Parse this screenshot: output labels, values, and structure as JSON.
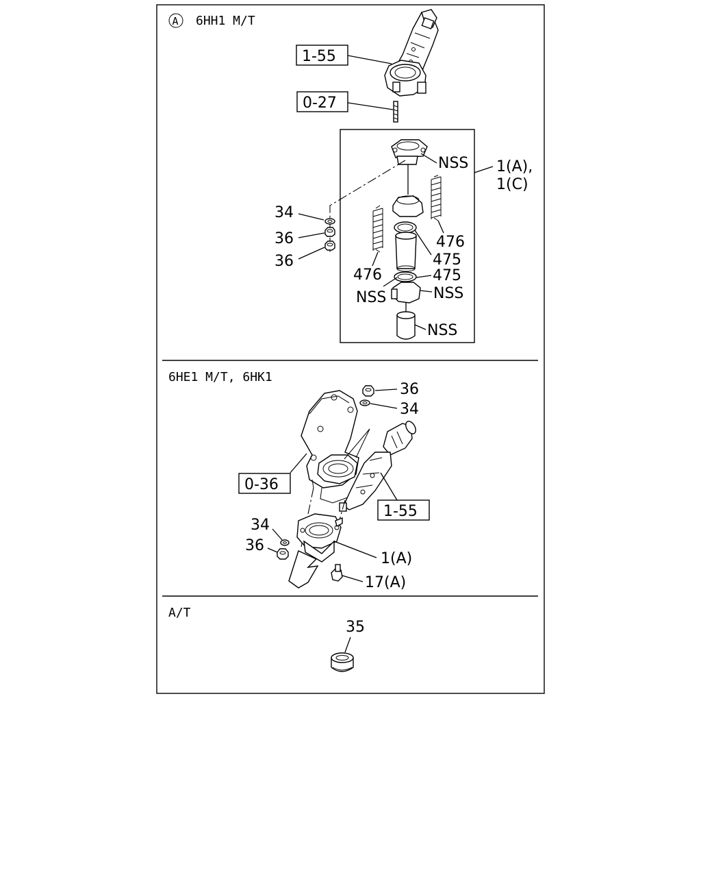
{
  "sections": {
    "a": {
      "marker": "A",
      "title": "6HH1 M/T",
      "callouts": {
        "c155": "1-55",
        "c027": "0-27",
        "nss_top": "NSS",
        "ref_1a": "1(A),",
        "ref_1c": "1(C)",
        "c34": "34",
        "c36a": "36",
        "c36b": "36",
        "c476r": "476",
        "c475a": "475",
        "c476l": "476",
        "c475b": "475",
        "nss_left": "NSS",
        "nss_right": "NSS",
        "nss_bottom": "NSS"
      }
    },
    "b": {
      "title": "6HE1 M/T, 6HK1",
      "callouts": {
        "c36": "36",
        "c34": "34",
        "c036": "0-36",
        "c155": "1-55",
        "c34b": "34",
        "c36b": "36",
        "c1a": "1(A)",
        "c17a": "17(A)"
      }
    },
    "c": {
      "title": "A/T",
      "callouts": {
        "c35": "35"
      }
    }
  }
}
